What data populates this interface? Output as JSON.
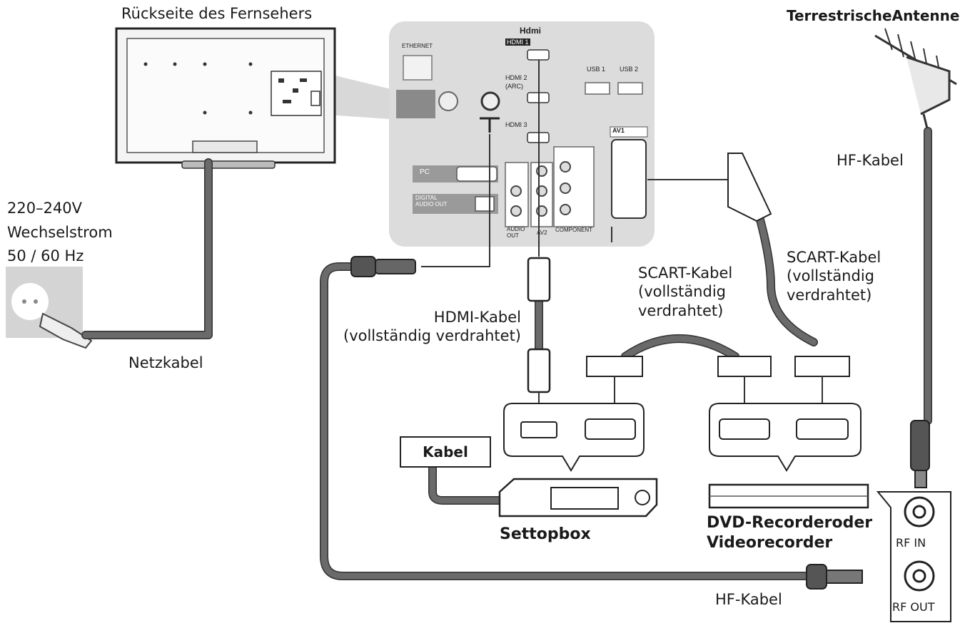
{
  "labels": {
    "tv_back": "Rückseite des Fernsehers",
    "antenna": "TerrestrischeAntenne",
    "hf_cable_top": "HF-Kabel",
    "power": "220–240V\nWechselstrom\n50 / 60 Hz",
    "power_cable": "Netzkabel",
    "hdmi_cable": "HDMI-Kabel\n(vollständig verdrahtet)",
    "scart_cable_mid": "SCART-Kabel\n(vollständig\nverdrahtet)",
    "scart_cable_right": "SCART-Kabel\n(vollständig\nverdrahtet)",
    "cable_source": "Kabel",
    "settopbox": "Settopbox",
    "recorder": "DVD-Recorderoder\nVideorecorder",
    "rf_in": "RF IN",
    "rf_out": "RF OUT",
    "hf_cable_bottom": "HF-Kabel"
  },
  "ports": {
    "hdmi_logo": "Hdmi",
    "hdmi1": "HDMI 1",
    "hdmi2": "HDMI 2",
    "arc": "(ARC)",
    "hdmi3": "HDMI 3",
    "ethernet": "ETHERNET",
    "usb1": "USB 1",
    "usb2": "USB 2",
    "pc": "PC",
    "digital_audio_out": "DIGITAL\nAUDIO OUT",
    "audio_out": "AUDIO\nOUT",
    "av2": "AV2",
    "component": "COMPONENT",
    "av1": "AV1"
  },
  "colors": {
    "panel": "#dcdcdc",
    "cable": "#6a6a6a",
    "outline": "#333333"
  }
}
